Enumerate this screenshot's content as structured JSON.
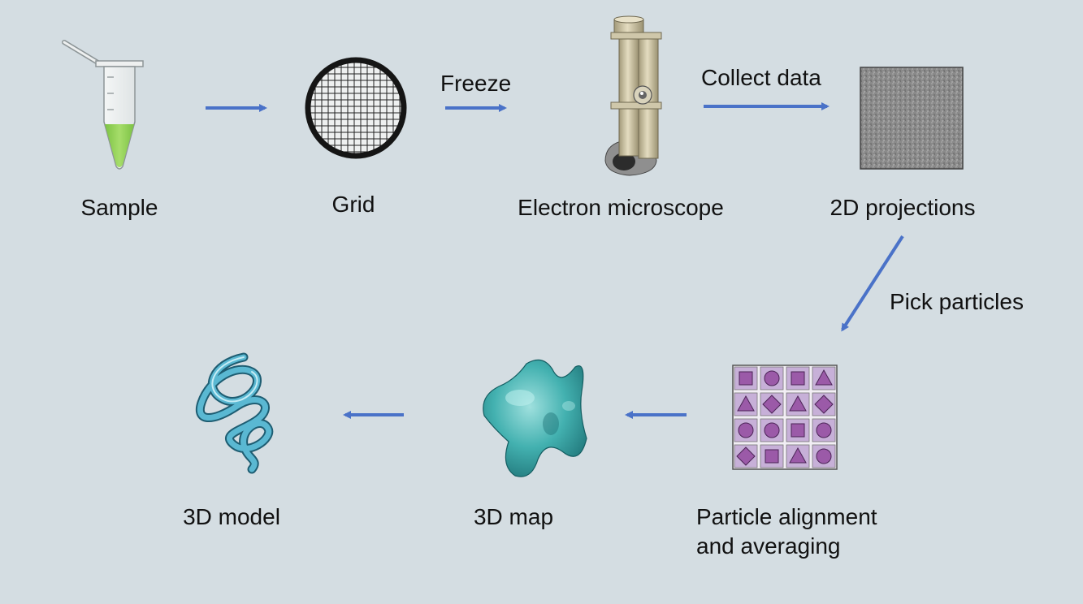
{
  "stages": {
    "sample": "Sample",
    "grid": "Grid",
    "microscope": "Electron microscope",
    "projections": "2D projections",
    "alignment_line1": "Particle alignment",
    "alignment_line2": "and averaging",
    "map": "3D map",
    "model": "3D model"
  },
  "arrows": {
    "freeze": "Freeze",
    "collect": "Collect data",
    "pick": "Pick particles"
  },
  "particle_grid": [
    [
      "square",
      "circle",
      "square",
      "triangle"
    ],
    [
      "triangle",
      "diamond",
      "triangle",
      "diamond"
    ],
    [
      "circle",
      "circle",
      "square",
      "circle"
    ],
    [
      "diamond",
      "square",
      "triangle",
      "circle"
    ]
  ],
  "colors": {
    "background": "#d4dde2",
    "arrow": "#4a72c8",
    "sample_liquid": "#8fd04e",
    "particle_fill": "#9b5aa8",
    "particle_tile": "#c7b0d8",
    "map_fill": "#3aa6a8",
    "model_ribbon": "#4aa8c4"
  },
  "icons": [
    "tube-icon",
    "grid-icon",
    "microscope-icon",
    "micrograph-icon",
    "particle-grid-icon",
    "density-map-icon",
    "ribbon-model-icon"
  ]
}
